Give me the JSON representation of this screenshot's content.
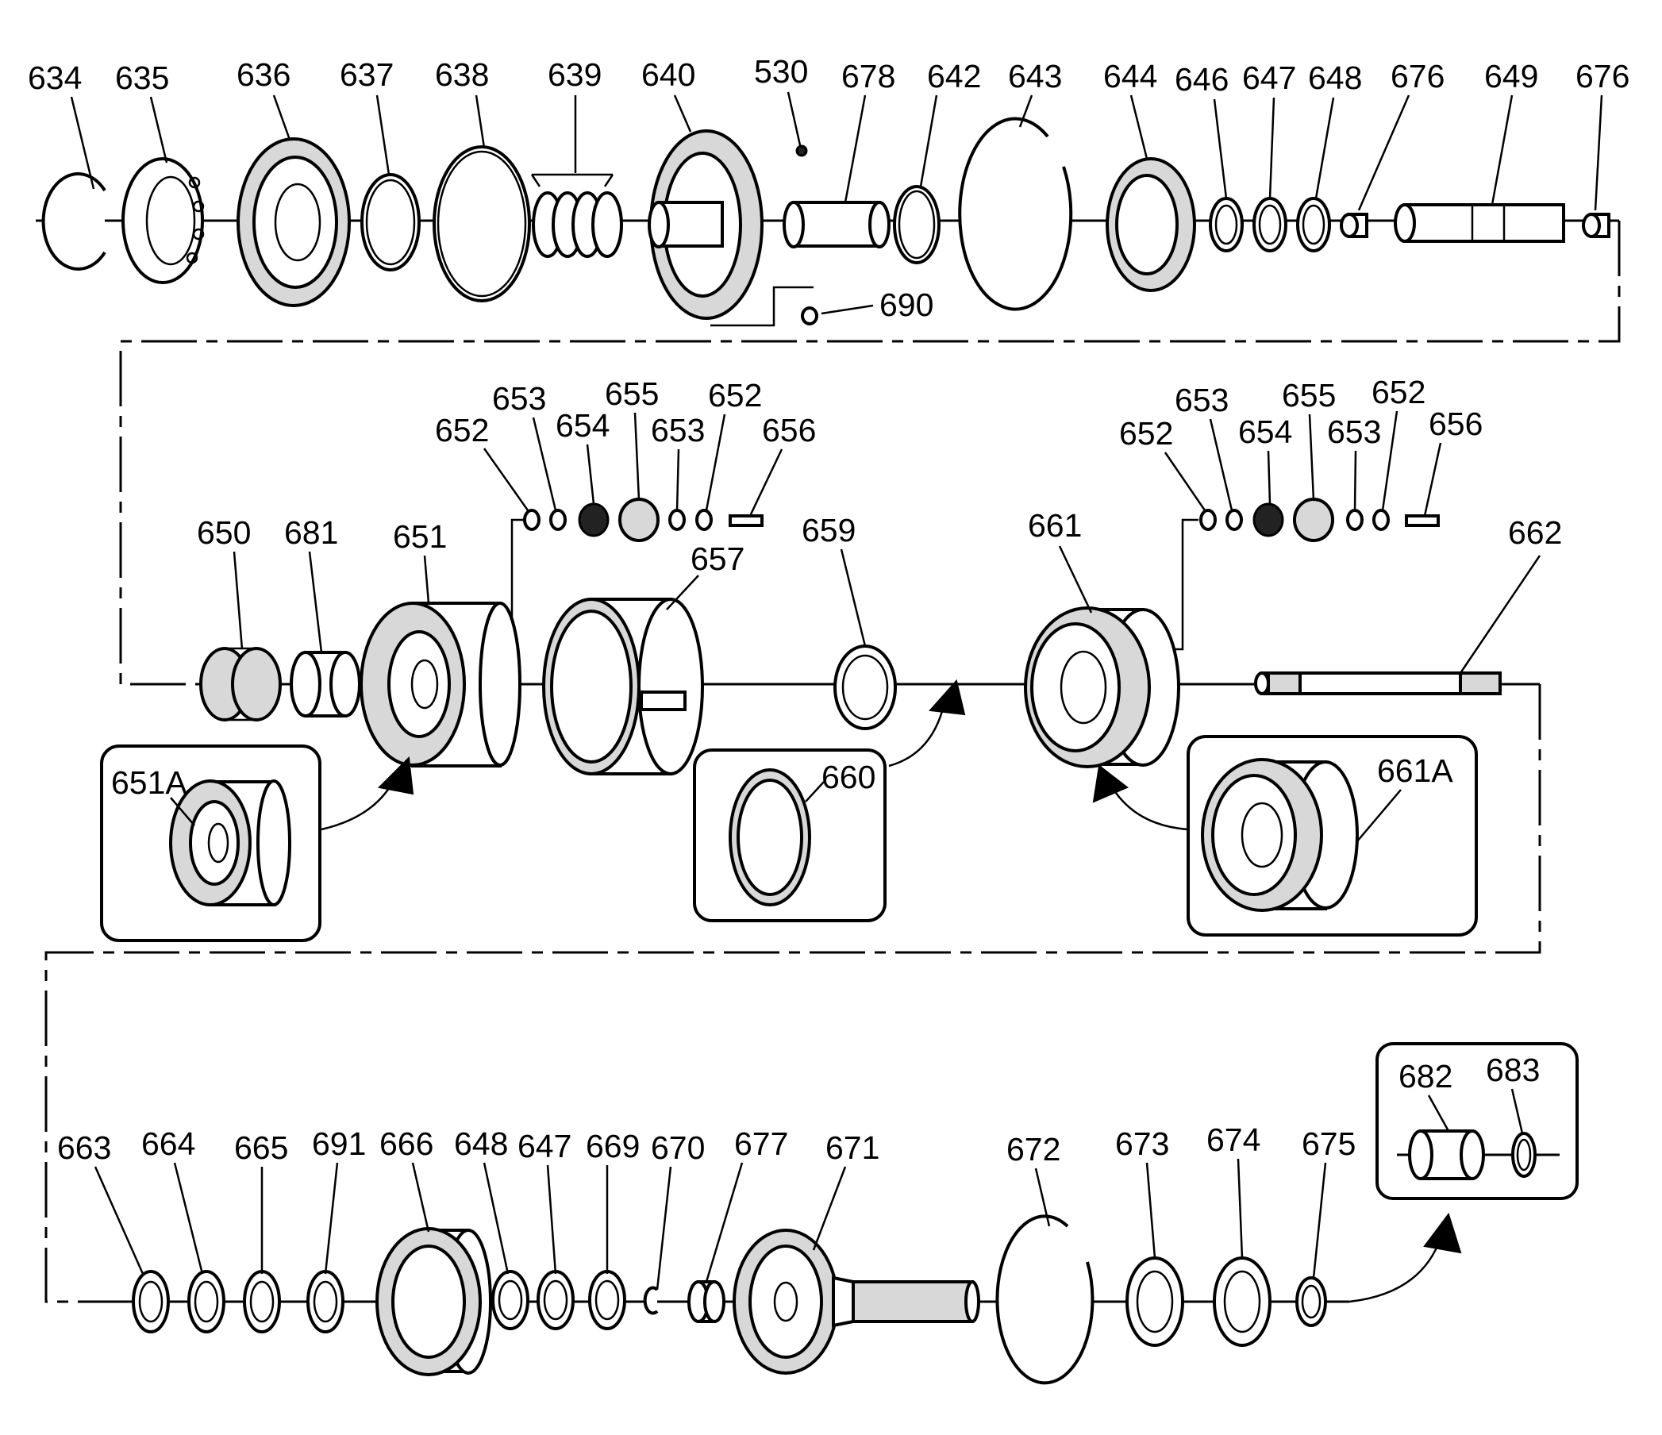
{
  "labels": {
    "634": "634",
    "635": "635",
    "636": "636",
    "637": "637",
    "638": "638",
    "639": "639",
    "640": "640",
    "530": "530",
    "678": "678",
    "642": "642",
    "643": "643",
    "644": "644",
    "646": "646",
    "647": "647",
    "648": "648",
    "676": "676",
    "649": "649",
    "690": "690",
    "650": "650",
    "681": "681",
    "651": "651",
    "651A": "651A",
    "652": "652",
    "653": "653",
    "654": "654",
    "655": "655",
    "656": "656",
    "657": "657",
    "659": "659",
    "660": "660",
    "661": "661",
    "661A": "661A",
    "662": "662",
    "663": "663",
    "664": "664",
    "665": "665",
    "691": "691",
    "666": "666",
    "669": "669",
    "670": "670",
    "677": "677",
    "671": "671",
    "672": "672",
    "673": "673",
    "674": "674",
    "675": "675",
    "682": "682",
    "683": "683"
  }
}
